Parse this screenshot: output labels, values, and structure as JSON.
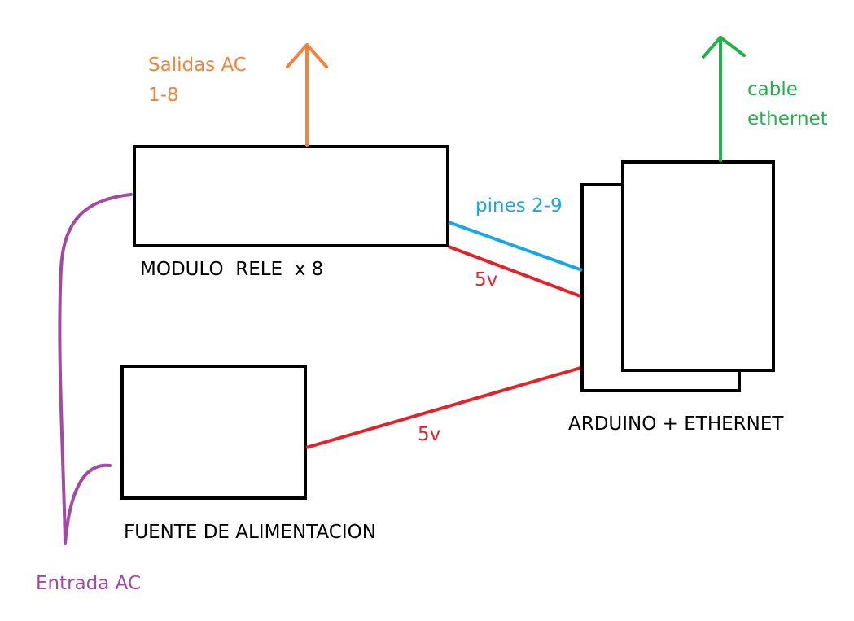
{
  "colors": {
    "box": "#000000",
    "orange": "#f5823a",
    "green": "#22b14c",
    "blue": "#19a6e6",
    "red": "#e2232b",
    "purple": "#a349a4"
  },
  "labels": {
    "salidas_line1": "Salidas AC",
    "salidas_line2": "1-8",
    "cable_line1": "cable",
    "cable_line2": "ethernet",
    "pines": "pines 2-9",
    "five_v_top": "5v",
    "five_v_bottom": "5v",
    "modulo_rele": "MODULO  RELE  x 8",
    "arduino": "ARDUINO + ETHERNET",
    "fuente": "FUENTE DE ALIMENTACION",
    "entrada": "Entrada AC"
  }
}
